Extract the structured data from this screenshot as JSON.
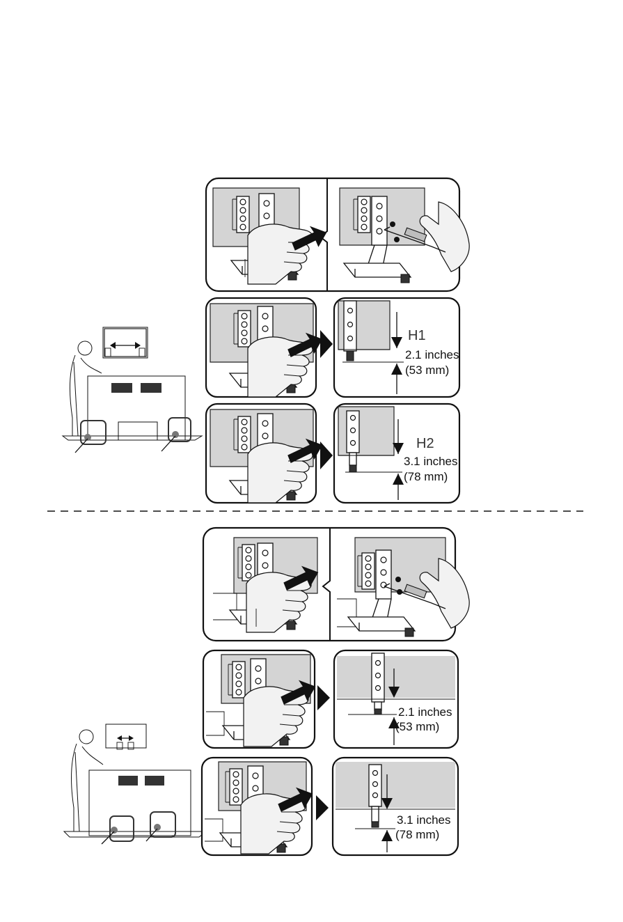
{
  "section1": {
    "detail1": {
      "dimension_inches": "2.1 inches",
      "dimension_mm": "(53 mm)",
      "height_label": "H1"
    },
    "detail2": {
      "dimension_inches": "3.1 inches",
      "dimension_mm": "(78 mm)",
      "height_label": "H2"
    }
  },
  "section2": {
    "detail1": {
      "dimension_inches": "2.1 inches",
      "dimension_mm": "(53 mm)"
    },
    "detail2": {
      "dimension_inches": "3.1 inches",
      "dimension_mm": "(78 mm)"
    }
  },
  "icons": [
    "hand-icon",
    "screwdriver-icon",
    "push-arrow-icon",
    "next-step-arrow-icon",
    "dimension-arrow-icon"
  ]
}
